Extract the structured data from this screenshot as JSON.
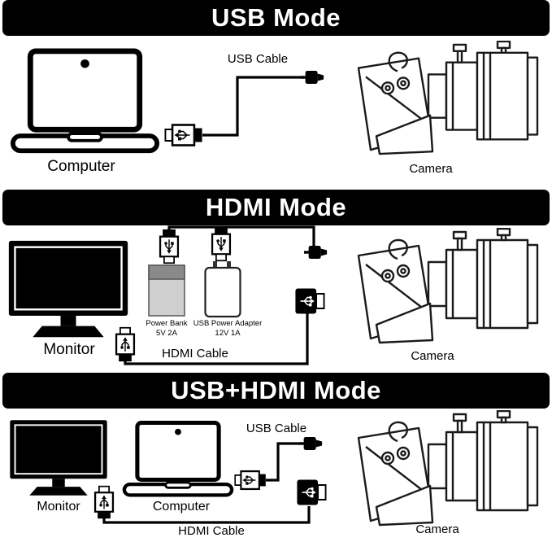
{
  "colors": {
    "banner_bg": "#000000",
    "banner_fg": "#ffffff",
    "line": "#000000"
  },
  "sections": {
    "usb": {
      "title": "USB Mode",
      "computer_label": "Computer",
      "usb_cable_label": "USB Cable",
      "camera_label": "Camera"
    },
    "hdmi": {
      "title": "HDMI Mode",
      "monitor_label": "Monitor",
      "power_bank_label": "Power Bank",
      "power_bank_spec": "5V 2A",
      "adapter_label": "USB Power Adapter",
      "adapter_spec": "12V 1A",
      "hdmi_cable_label": "HDMI Cable",
      "camera_label": "Camera"
    },
    "usb_hdmi": {
      "title": "USB+HDMI Mode",
      "monitor_label": "Monitor",
      "computer_label": "Computer",
      "usb_cable_label": "USB Cable",
      "hdmi_cable_label": "HDMI Cable",
      "camera_label": "Camera"
    }
  },
  "icons": {
    "laptop": "laptop-icon",
    "monitor": "monitor-icon",
    "camera": "camera-illustration",
    "usb_a_plug": "usb-a-plug-icon",
    "micro_usb_plug": "micro-usb-plug-icon",
    "hdmi_plug": "hdmi-plug-icon",
    "power_bank": "power-bank-icon",
    "power_adapter": "power-adapter-icon"
  }
}
